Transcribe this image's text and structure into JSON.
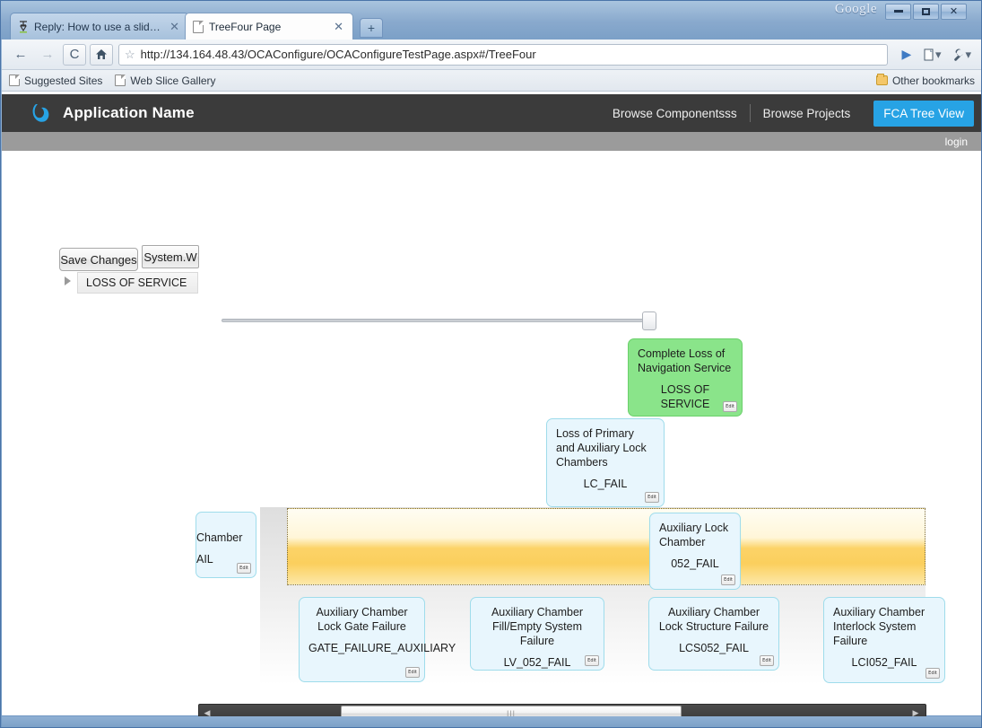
{
  "browser": {
    "brand_word": "Google",
    "window_controls": {
      "minimize": "–",
      "maximize": "□",
      "close": "✕"
    },
    "tabs": [
      {
        "title": "Reply: How to use a slide...",
        "favicon": "sliders-icon",
        "close": "✕"
      },
      {
        "title": "TreeFour Page",
        "favicon": "page-icon",
        "close": "✕"
      }
    ],
    "new_tab_label": "+",
    "nav": {
      "back": "←",
      "forward": "→",
      "reload": "C",
      "home": "⌂",
      "star": "☆",
      "go": "▶",
      "page_menu": "⬜",
      "wrench_menu": "⚒",
      "caret": "▾"
    },
    "url": {
      "scheme": "http://",
      "host": "134.164.48.43",
      "path": "/OCAConfigure/OCAConfigureTestPage.aspx#/TreeFour",
      "full": "http://134.164.48.43/OCAConfigure/OCAConfigureTestPage.aspx#/TreeFour"
    },
    "bookmarks": [
      {
        "label": "Suggested Sites",
        "icon": "page-icon"
      },
      {
        "label": "Web Slice Gallery",
        "icon": "page-icon"
      }
    ],
    "other_bookmarks": {
      "label": "Other bookmarks",
      "icon": "folder-icon"
    }
  },
  "app": {
    "logo": "swoosh-logo-icon",
    "title": "Application Name",
    "nav_links": [
      {
        "label": "Browse Componentsss",
        "active": false
      },
      {
        "label": "Browse Projects",
        "active": false
      }
    ],
    "active_tab": {
      "label": "FCA Tree View",
      "color": "#27a3e5"
    },
    "login_label": "login"
  },
  "toolbar": {
    "save_label": "Save Changes",
    "system_label": "System.W",
    "tree_item": {
      "label": "LOSS OF SERVICE",
      "caret": "▶"
    },
    "zoom_slider": {
      "value": 98,
      "min": 0,
      "max": 100
    }
  },
  "tree": {
    "edit_button_label": "Edit",
    "nodes": [
      {
        "id": "root",
        "title": "Complete Loss of Navigation Service",
        "code": "LOSS OF SERVICE",
        "color": "#8ae48a",
        "state": "selected"
      },
      {
        "id": "lcfail",
        "title": "Loss of Primary and Auxiliary Lock Chambers",
        "code": "LC_FAIL",
        "color": "#e8f6fd",
        "state": "normal"
      },
      {
        "id": "aux-lock-chamber",
        "title": "Auxiliary Lock Chamber",
        "code": "052_FAIL",
        "color": "#e8f6fd",
        "state": "dragging"
      },
      {
        "id": "clipped-left",
        "title": "Chamber",
        "code": "AIL",
        "color": "#e8f6fd",
        "state": "clipped"
      },
      {
        "id": "gate",
        "title": "Auxiliary Chamber Lock Gate Failure",
        "code": "GATE_FAILURE_AUXILIARY",
        "color": "#e8f6fd",
        "state": "normal"
      },
      {
        "id": "lv052",
        "title": "Auxiliary Chamber Fill/Empty System Failure",
        "code": "LV_052_FAIL",
        "color": "#e8f6fd",
        "state": "normal"
      },
      {
        "id": "lcs052",
        "title": "Auxiliary Chamber Lock Structure Failure",
        "code": "LCS052_FAIL",
        "color": "#e8f6fd",
        "state": "normal"
      },
      {
        "id": "lci052",
        "title": "Auxiliary Chamber Interlock System Failure",
        "code": "LCI052_FAIL",
        "color": "#e8f6fd",
        "state": "normal"
      }
    ],
    "drop_zone": {
      "label": "",
      "color": "#fbcf5d",
      "border": "dotted"
    }
  },
  "scrollbar": {
    "left_arrow": "◀",
    "right_arrow": "▶",
    "grip": "|||"
  }
}
